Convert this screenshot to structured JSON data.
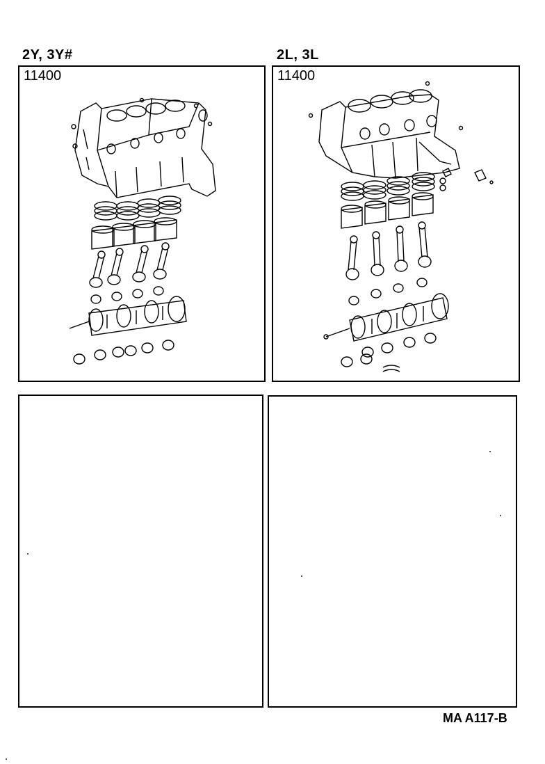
{
  "panels": {
    "top_left": {
      "engine_label": "2Y, 3Y#",
      "part_number": "11400",
      "illustration_icon": "short-block-exploded-drawing"
    },
    "top_right": {
      "engine_label": "2L, 3L",
      "part_number": "11400",
      "illustration_icon": "short-block-exploded-drawing"
    },
    "bottom_left": {},
    "bottom_right": {}
  },
  "footer": {
    "code": "MA A117-B"
  }
}
